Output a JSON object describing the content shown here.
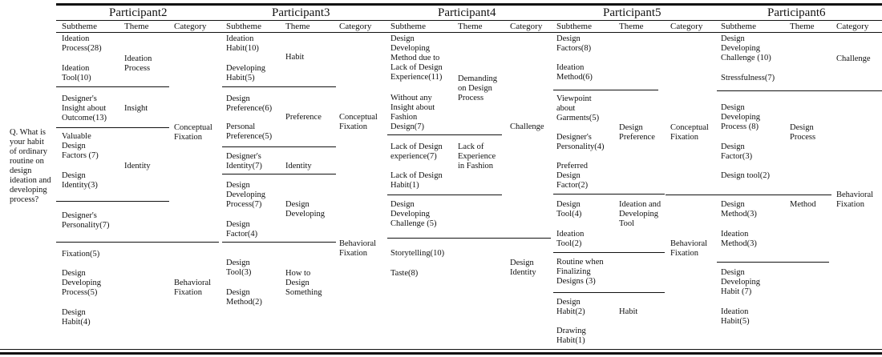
{
  "question": "Q. What is your habit of ordinary routine on design ideation and developing process?",
  "col_headers": {
    "subtheme": "Subtheme",
    "theme": "Theme",
    "category": "Category"
  },
  "participants": [
    {
      "name": "Participant2",
      "subthemes": [
        "Ideation Process(28)",
        "Ideation Tool(10)",
        "Designer's Insight about Outcome(13)",
        "Valuable Design Factors (7)",
        "Design Identity(3)",
        "Designer's Personality(7)",
        "Fixation(5)",
        "Design Developing Process(5)",
        "Design Habit(4)"
      ],
      "themes": [
        "Ideation Process",
        "Insight",
        "Identity"
      ],
      "categories": [
        "Conceptual Fixation",
        "Behavioral Fixation"
      ]
    },
    {
      "name": "Participant3",
      "subthemes": [
        "Ideation Habit(10)",
        "Developing Habit(5)",
        "Design Preference(6)",
        "Personal Preference(5)",
        "Designer's Identity(7)",
        "Design Developing Process(7)",
        "Design Factor(4)",
        "Design Tool(3)",
        "Design Method(2)"
      ],
      "themes": [
        "Habit",
        "Preference",
        "Identity",
        "Design Developing",
        "How to Design Something"
      ],
      "categories": [
        "Conceptual Fixation",
        "Behavioral Fixation"
      ]
    },
    {
      "name": "Participant4",
      "subthemes": [
        "Design Developing Method due to Lack of Design Experience(11)",
        "Without any Insight about Fashion Design(7)",
        "Lack of Design experience(7)",
        "Lack of Design Habit(1)",
        "Design Developing Challenge (5)",
        "Storytelling(10)",
        "Taste(8)"
      ],
      "themes": [
        "Demanding on Design Process",
        "Lack of Experience in Fashion"
      ],
      "categories": [
        "Challenge",
        "Design Identity"
      ]
    },
    {
      "name": "Participant5",
      "subthemes": [
        "Design Factors(8)",
        "Ideation Method(6)",
        "Viewpoint about Garments(5)",
        "Designer's Personality(4)",
        "Preferred Design Factor(2)",
        "Design Tool(4)",
        "Ideation Tool(2)",
        "Routine when Finalizing Designs (3)",
        "Design Habit(2)",
        "Drawing Habit(1)"
      ],
      "themes": [
        "Design Preference",
        "Ideation and Developing Tool",
        "Habit"
      ],
      "categories": [
        "Conceptual Fixation",
        "Behavioral Fixation"
      ]
    },
    {
      "name": "Participant6",
      "subthemes": [
        "Design Developing Challenge (10)",
        "Stressfulness(7)",
        "Design Developing Process (8)",
        "Design Factor(3)",
        "Design tool(2)",
        "Design Method(3)",
        "Ideation Method(3)",
        "Design Developing Habit (7)",
        "Ideation Habit(5)"
      ],
      "themes": [
        "Design Process",
        "Method"
      ],
      "categories": [
        "Challenge",
        "Behavioral Fixation"
      ]
    }
  ]
}
